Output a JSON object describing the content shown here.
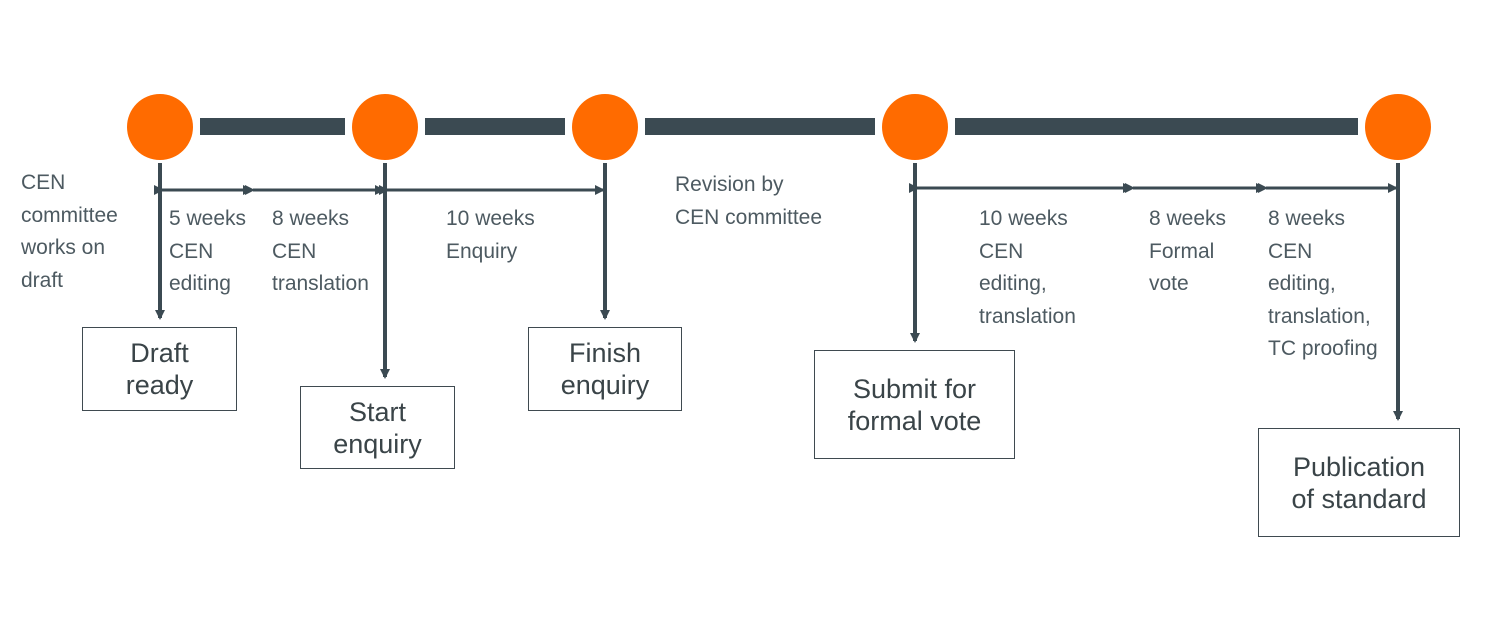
{
  "colors": {
    "milestone": "#ff6b00",
    "connector": "#3b4a52",
    "text": "#4d5a61",
    "box_border": "#3f4a50"
  },
  "notes": {
    "cen_committee": [
      "CEN",
      "committee",
      "works on",
      "draft"
    ],
    "revision": [
      "Revision by",
      "CEN committee"
    ]
  },
  "durations": {
    "d1": [
      "5 weeks",
      "CEN",
      "editing"
    ],
    "d2": [
      "8 weeks",
      "CEN",
      "translation"
    ],
    "d3": [
      "10 weeks",
      "Enquiry"
    ],
    "d4": [
      "10 weeks",
      "CEN",
      "editing,",
      "translation"
    ],
    "d5": [
      "8 weeks",
      "Formal",
      "vote"
    ],
    "d6": [
      "8 weeks",
      "CEN",
      "editing,",
      "translation,",
      "TC proofing"
    ]
  },
  "milestones": {
    "draft_ready": [
      "Draft",
      "ready"
    ],
    "start_enquiry": [
      "Start",
      "enquiry"
    ],
    "finish_enquiry": [
      "Finish",
      "enquiry"
    ],
    "submit_vote": [
      "Submit for",
      "formal vote"
    ],
    "publication": [
      "Publication",
      "of standard"
    ]
  }
}
